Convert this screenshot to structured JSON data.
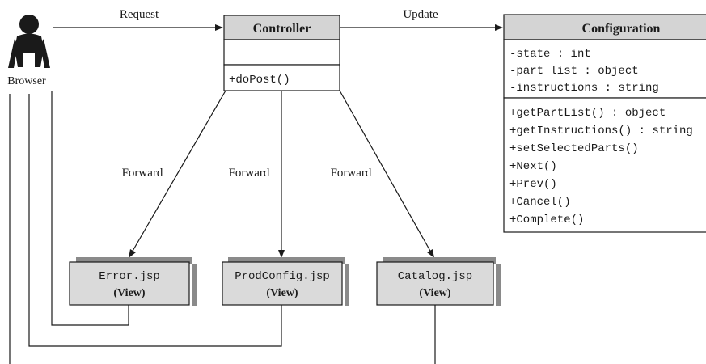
{
  "colors": {
    "line": "#1a1a1a",
    "header_fill": "#d4d4d4",
    "view_fill": "#dadada",
    "view_shadow": "#8a8a8a",
    "actor": "#1a1a1a",
    "background": "#ffffff"
  },
  "actor": {
    "label": "Browser",
    "icon": "user-actor-icon"
  },
  "controller": {
    "title": "Controller",
    "attributes": [],
    "operations": [
      "+doPost()"
    ]
  },
  "configuration": {
    "title": "Configuration",
    "attributes": [
      "-state : int",
      "-part list : object",
      "-instructions : string"
    ],
    "operations": [
      "+getPartList() : object",
      "+getInstructions() : string",
      "+setSelectedParts()",
      "+Next()",
      "+Prev()",
      "+Cancel()",
      "+Complete()"
    ]
  },
  "views": [
    {
      "name": "Error.jsp",
      "stereotype": "(View)"
    },
    {
      "name": "ProdConfig.jsp",
      "stereotype": "(View)"
    },
    {
      "name": "Catalog.jsp",
      "stereotype": "(View)"
    }
  ],
  "edges": {
    "request": "Request",
    "update": "Update",
    "forward_error": "Forward",
    "forward_prodconfig": "Forward",
    "forward_catalog": "Forward"
  }
}
